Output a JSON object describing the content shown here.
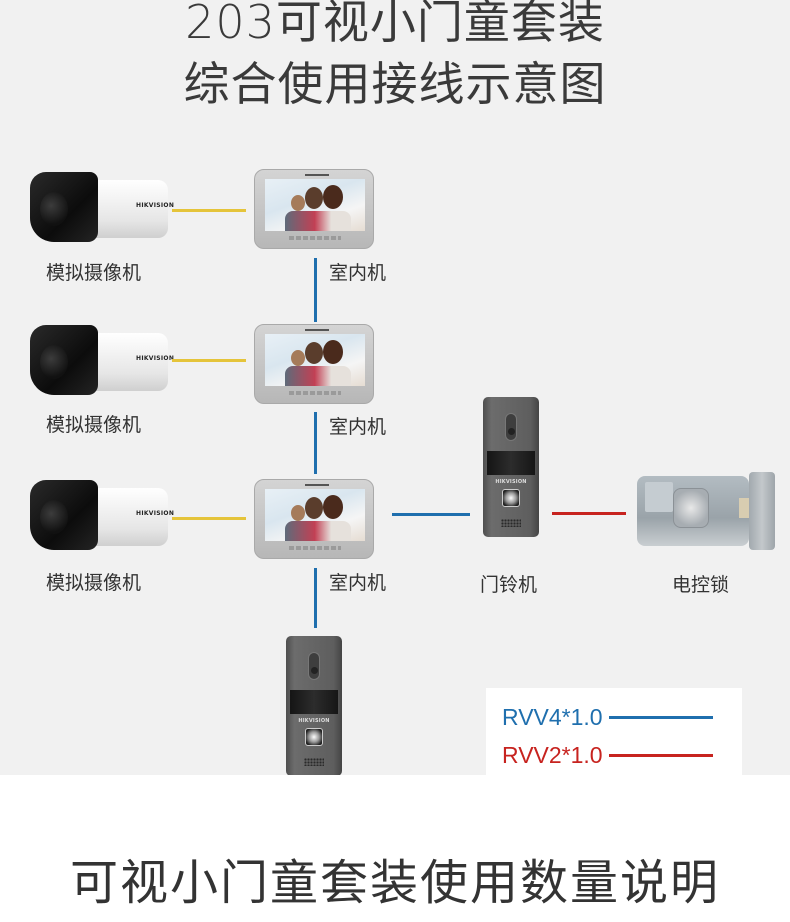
{
  "header": {
    "title_line1": "203可视小门童套装",
    "title_line2": "综合使用接线示意图"
  },
  "devices": {
    "camera_label": "模拟摄像机",
    "camera_brand": "HIKVISION",
    "indoor_label": "室内机",
    "doorbell_label": "门铃机",
    "doorbell_brand": "HIKVISION",
    "lock_label": "电控锁"
  },
  "cameras": [
    {
      "label": "模拟摄像机",
      "brand": "HIKVISION"
    },
    {
      "label": "模拟摄像机",
      "brand": "HIKVISION"
    },
    {
      "label": "模拟摄像机",
      "brand": "HIKVISION"
    }
  ],
  "indoor_units": [
    {
      "label": "室内机"
    },
    {
      "label": "室内机"
    },
    {
      "label": "室内机"
    }
  ],
  "doorbells": [
    {
      "label": "门铃机",
      "brand": "HIKVISION"
    },
    {
      "label": "",
      "brand": "HIKVISION"
    }
  ],
  "lock": {
    "label": "电控锁"
  },
  "legend": {
    "items": [
      {
        "label": "RVV4*1.0",
        "color": "#1f6fae"
      },
      {
        "label": "RVV2*1.0",
        "color": "#c7231f"
      }
    ]
  },
  "wire_colors": {
    "video": "#e5c43a",
    "rvv4": "#1f6fae",
    "rvv2": "#c7231f"
  },
  "footer": {
    "title": "可视小门童套装使用数量说明"
  }
}
